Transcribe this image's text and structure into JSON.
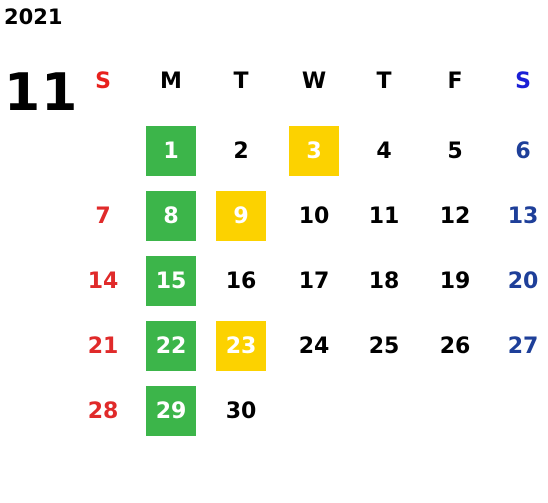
{
  "calendar": {
    "year": "2021",
    "month": "11",
    "weekdays": [
      "S",
      "M",
      "T",
      "W",
      "T",
      "F",
      "S"
    ],
    "weeks": [
      [
        "",
        "1",
        "2",
        "3",
        "4",
        "5",
        "6"
      ],
      [
        "7",
        "8",
        "9",
        "10",
        "11",
        "12",
        "13"
      ],
      [
        "14",
        "15",
        "16",
        "17",
        "18",
        "19",
        "20"
      ],
      [
        "21",
        "22",
        "23",
        "24",
        "25",
        "26",
        "27"
      ],
      [
        "28",
        "29",
        "30",
        "",
        "",
        "",
        ""
      ]
    ],
    "highlight_green": [
      "1",
      "8",
      "15",
      "22",
      "29"
    ],
    "highlight_yellow": [
      "3",
      "9",
      "23"
    ],
    "colors": {
      "sunday_header": "#e8211d",
      "saturday_header": "#1b1fd6",
      "sunday_date": "#e02a2a",
      "saturday_date": "#1e3f99",
      "weekday_text": "#000000",
      "green_fill": "#3cb54a",
      "yellow_fill": "#fcd200",
      "highlight_text": "#ffffff"
    }
  }
}
